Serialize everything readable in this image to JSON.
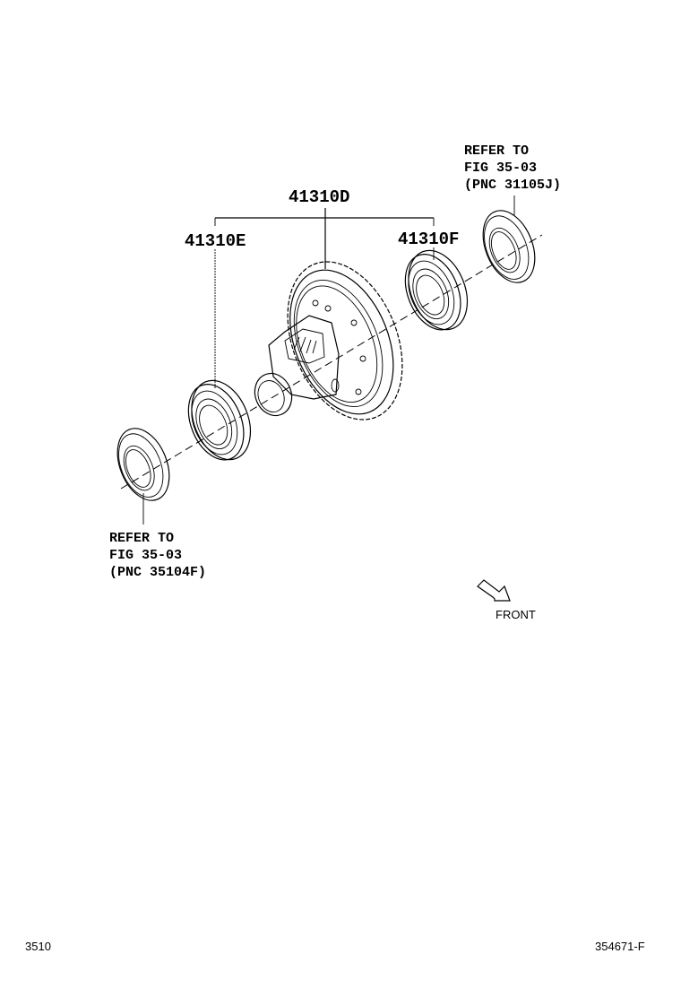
{
  "diagram": {
    "parts": [
      {
        "id": "41310D",
        "label": "41310D"
      },
      {
        "id": "41310E",
        "label": "41310E"
      },
      {
        "id": "41310F",
        "label": "41310F"
      }
    ],
    "references": {
      "right": {
        "line1": "REFER TO",
        "line2": "FIG 35-03",
        "line3": "(PNC 31105J)"
      },
      "left": {
        "line1": "REFER TO",
        "line2": "FIG 35-03",
        "line3": "(PNC 35104F)"
      }
    },
    "front_label": "FRONT"
  },
  "footer": {
    "left_code": "3510",
    "right_code": "354671-F"
  }
}
